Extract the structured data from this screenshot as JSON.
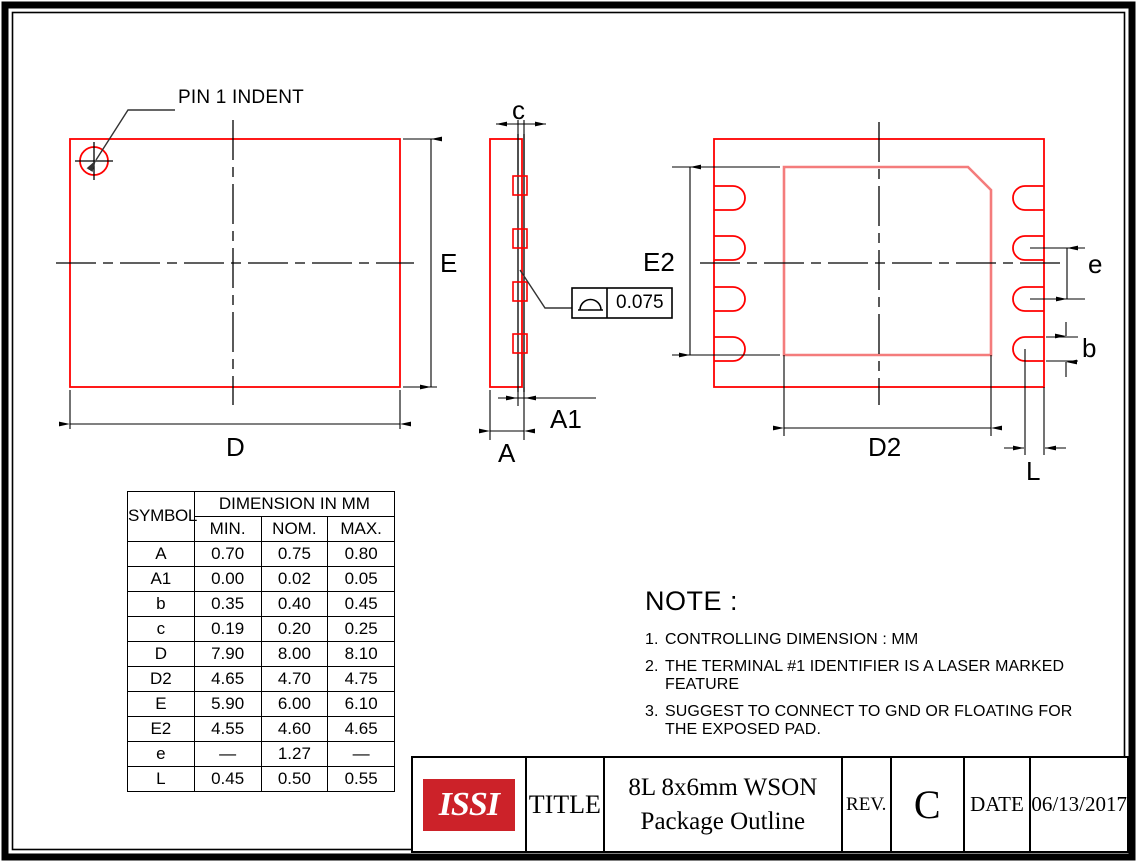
{
  "drawing": {
    "views": {
      "top": {
        "pin1_label": "PIN 1 INDENT",
        "dim_width": "D",
        "dim_height": "E"
      },
      "side": {
        "dim_thickness_lead": "c",
        "dim_standoff": "A1",
        "dim_height": "A",
        "gdt_value": "0.075",
        "gdt_symbol": "profile-of-surface-icon"
      },
      "bottom": {
        "dim_pad_height": "E2",
        "dim_pad_width": "D2",
        "dim_pitch": "e",
        "dim_lead_width": "b",
        "dim_lead_length": "L"
      }
    },
    "colors": {
      "outline": "#ff0000",
      "pad_outline": "#f47c7c",
      "dimension": "#000000",
      "logo_red": "#cc2229"
    }
  },
  "dimension_table": {
    "header_symbol": "SYMBOL",
    "header_span": "DIMENSION IN MM",
    "subheaders": [
      "MIN.",
      "NOM.",
      "MAX."
    ],
    "rows": [
      {
        "symbol": "A",
        "min": "0.70",
        "nom": "0.75",
        "max": "0.80"
      },
      {
        "symbol": "A1",
        "min": "0.00",
        "nom": "0.02",
        "max": "0.05"
      },
      {
        "symbol": "b",
        "min": "0.35",
        "nom": "0.40",
        "max": "0.45"
      },
      {
        "symbol": "c",
        "min": "0.19",
        "nom": "0.20",
        "max": "0.25"
      },
      {
        "symbol": "D",
        "min": "7.90",
        "nom": "8.00",
        "max": "8.10"
      },
      {
        "symbol": "D2",
        "min": "4.65",
        "nom": "4.70",
        "max": "4.75"
      },
      {
        "symbol": "E",
        "min": "5.90",
        "nom": "6.00",
        "max": "6.10"
      },
      {
        "symbol": "E2",
        "min": "4.55",
        "nom": "4.60",
        "max": "4.65"
      },
      {
        "symbol": "e",
        "min": "—",
        "nom": "1.27",
        "max": "—"
      },
      {
        "symbol": "L",
        "min": "0.45",
        "nom": "0.50",
        "max": "0.55"
      }
    ]
  },
  "notes": {
    "title": "NOTE :",
    "items": [
      {
        "num": "1.",
        "text": "CONTROLLING DIMENSION : MM"
      },
      {
        "num": "2.",
        "text": "THE TERMINAL #1 IDENTIFIER IS A LASER MARKED FEATURE"
      },
      {
        "num": "3.",
        "text": "SUGGEST TO CONNECT TO GND OR FLOATING FOR THE EXPOSED PAD."
      }
    ]
  },
  "title_block": {
    "logo_text": "ISSI",
    "title_label": "TITLE",
    "part_name_line1": "8L 8x6mm WSON",
    "part_name_line2": "Package  Outline",
    "rev_label": "REV.",
    "rev_value": "C",
    "date_label": "DATE",
    "date_value": "06/13/2017"
  }
}
